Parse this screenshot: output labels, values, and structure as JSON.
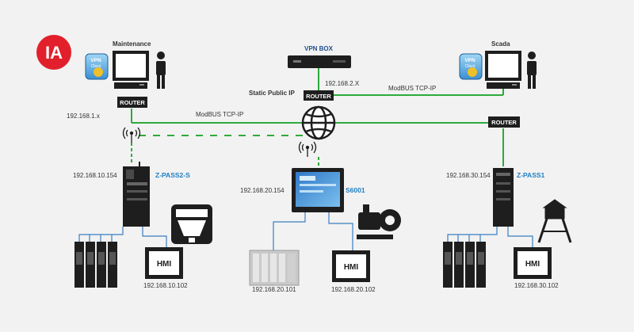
{
  "logo": {
    "text": "IA",
    "color": "#e2202b"
  },
  "colors": {
    "link": "#2eaa3c",
    "device": "#1e1e1e",
    "accent": "#1f7fc4"
  },
  "labels": {
    "maintenance": "Maintenance",
    "scada": "Scada",
    "vpn_box": "VPN BOX",
    "static_ip": "Static Public IP",
    "router": "ROUTER",
    "ip_vpn": "192.168.2.X",
    "modbus_top": "ModBUS TCP-IP",
    "modbus_left": "ModBUS TCP-IP",
    "ip_lan1": "192.168.1.x",
    "zpass2s": "Z-PASS2-S",
    "zpass1": "Z-PASS1",
    "s6001": "S6001",
    "ip_left_dev": "192.168.10.154",
    "ip_center_dev": "192.168.20.154",
    "ip_right_dev": "192.168.30.154",
    "hmi": "HMI",
    "ip_left_hmi": "192.168.10.102",
    "ip_center_plc": "192.168.20.101",
    "ip_center_hmi": "192.168.20.102",
    "ip_right_hmi": "192.168.30.102",
    "vpn_client_line1": "VPN",
    "vpn_client_line2": "Client"
  }
}
